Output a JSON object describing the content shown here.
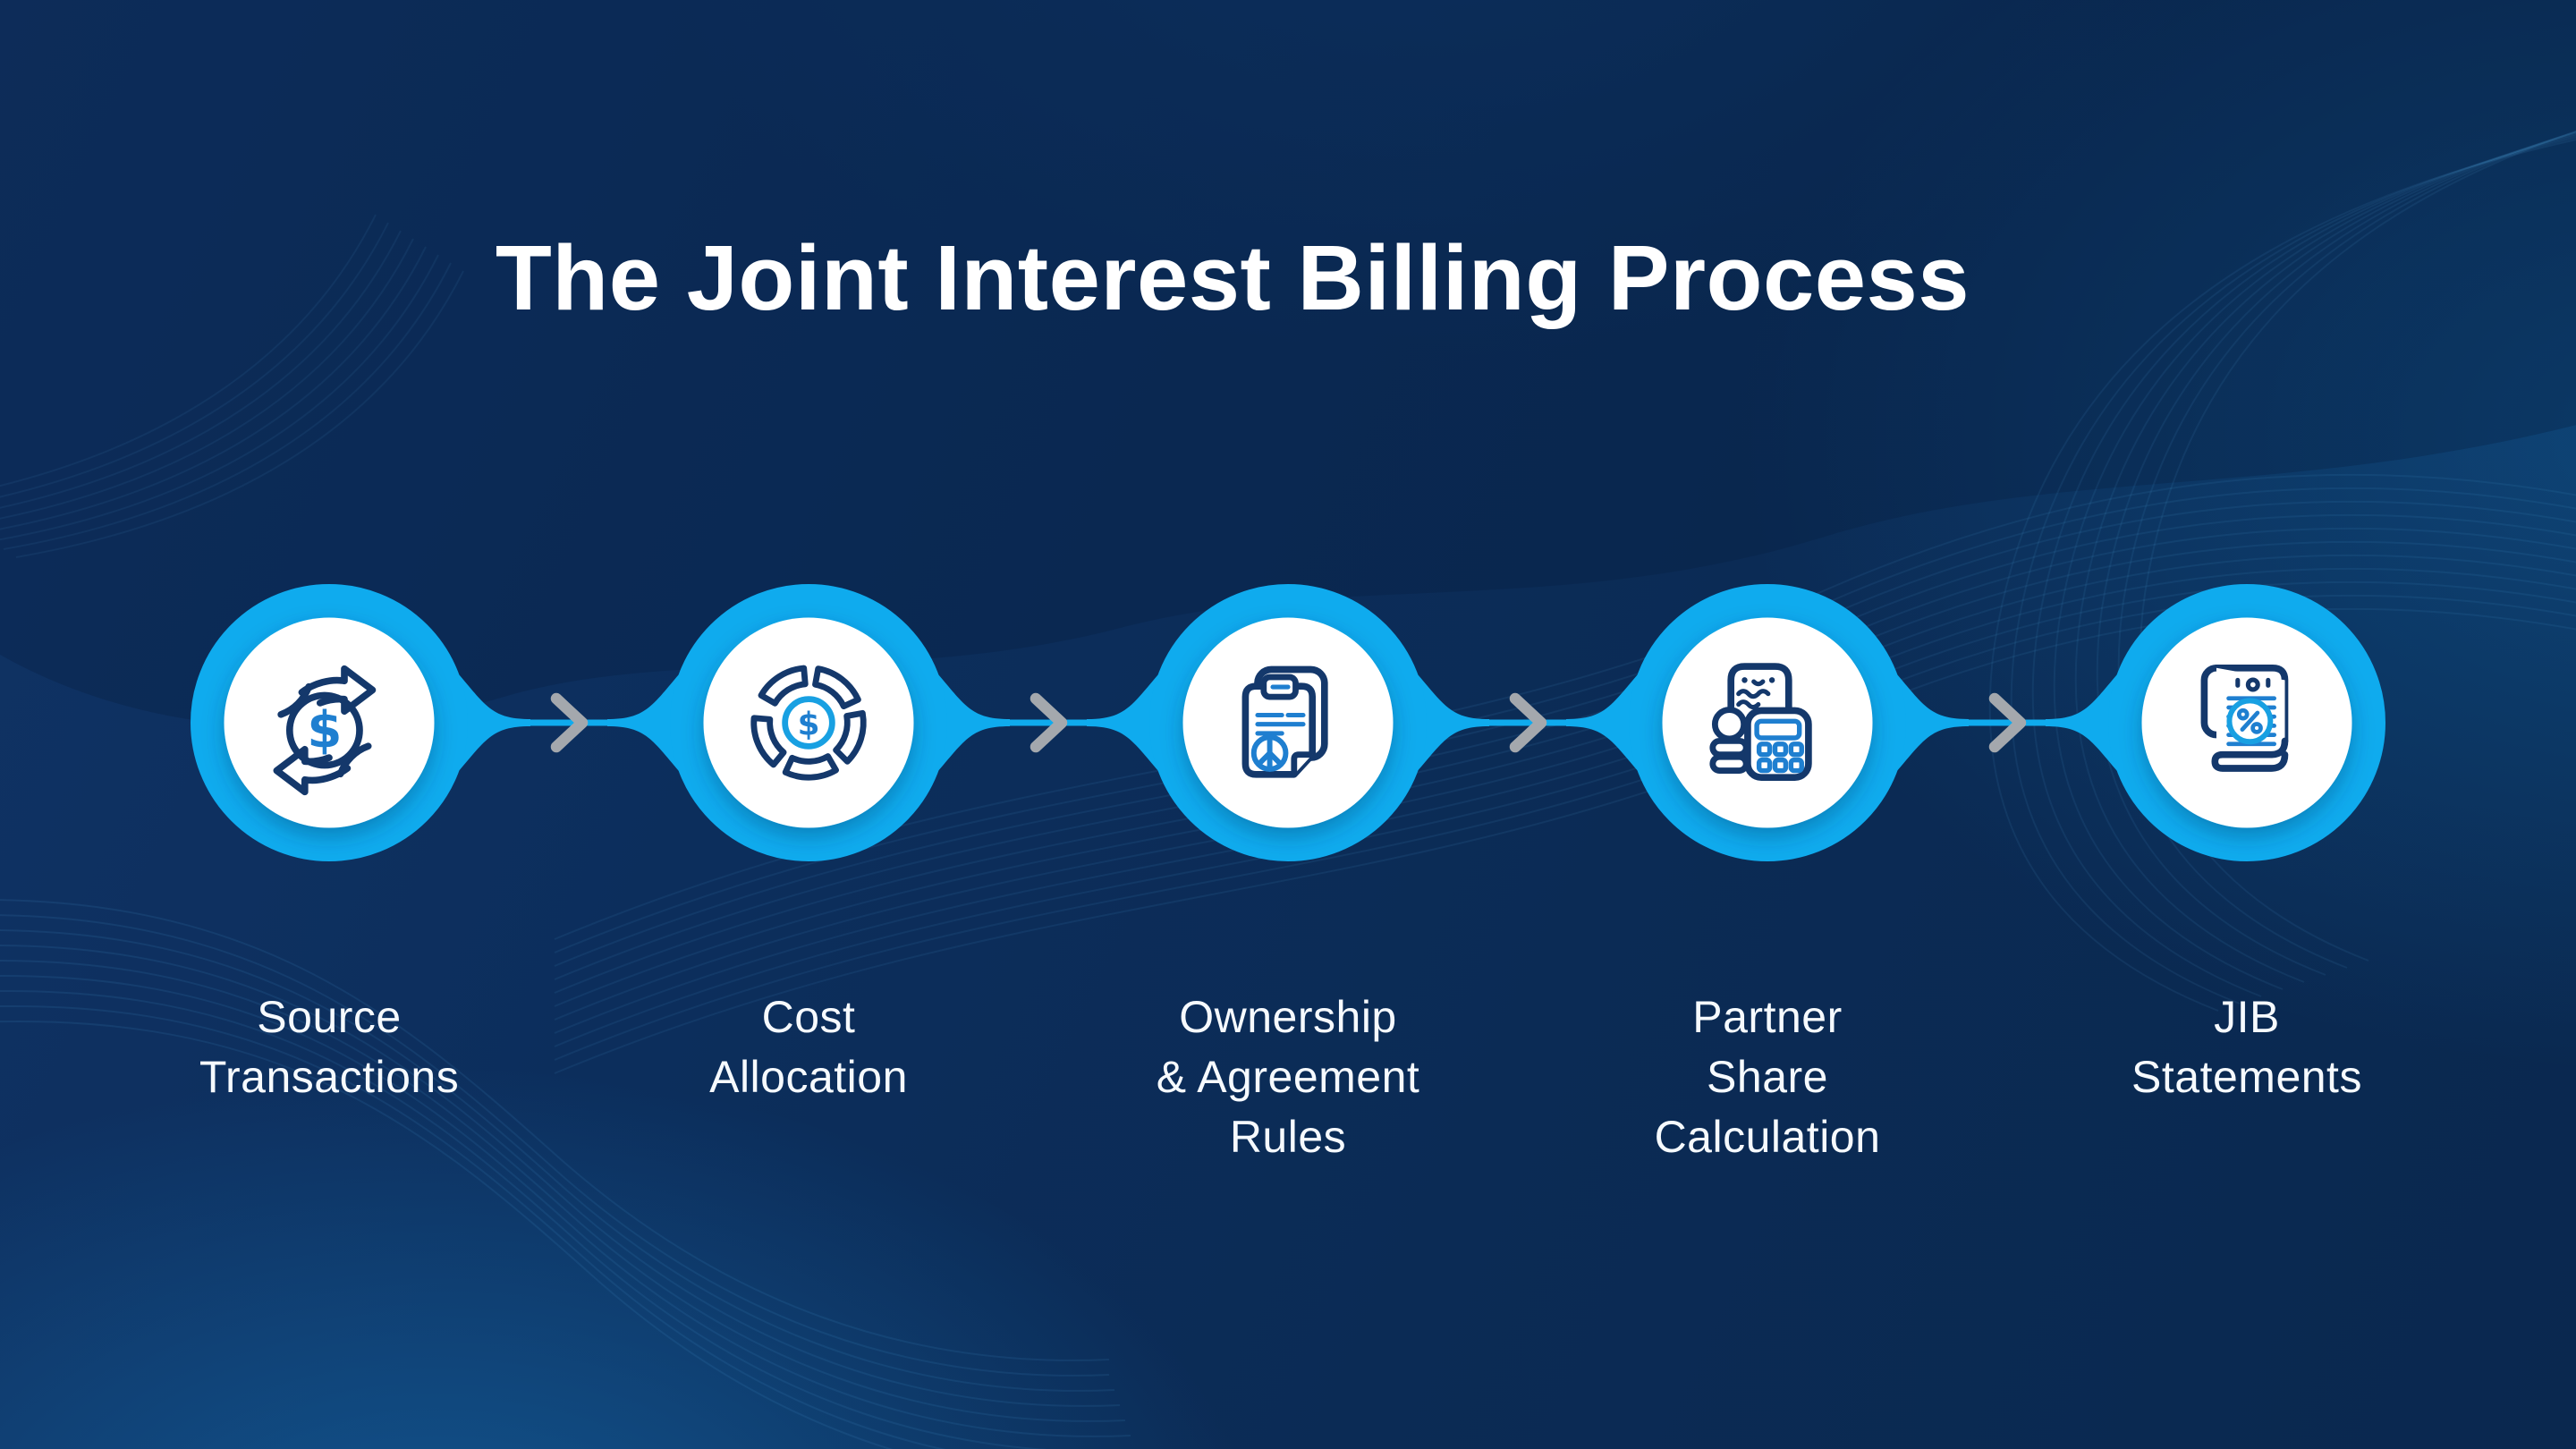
{
  "title": "The Joint Interest Billing Process",
  "steps": [
    {
      "name": "source-transactions",
      "label": "Source\nTransactions",
      "icon": "money-cycle-icon"
    },
    {
      "name": "cost-allocation",
      "label": "Cost\nAllocation",
      "icon": "pie-dollar-icon"
    },
    {
      "name": "ownership-agreement-rules",
      "label": "Ownership\n& Agreement\nRules",
      "icon": "agreement-document-icon"
    },
    {
      "name": "partner-share-calculation",
      "label": "Partner\nShare\nCalculation",
      "icon": "receipt-calculator-icon"
    },
    {
      "name": "jib-statements",
      "label": "JIB\nStatements",
      "icon": "percent-statement-icon"
    }
  ],
  "colors": {
    "background_navy": "#0B2C57",
    "accent_cyan": "#0FABEE",
    "circle_fill": "#FFFFFF",
    "icon_navy": "#14386B",
    "icon_blue": "#1F7FD0",
    "icon_bright_blue": "#18A0E2",
    "chevron_gray": "#A4A8AD",
    "text_white": "#FFFFFF"
  }
}
